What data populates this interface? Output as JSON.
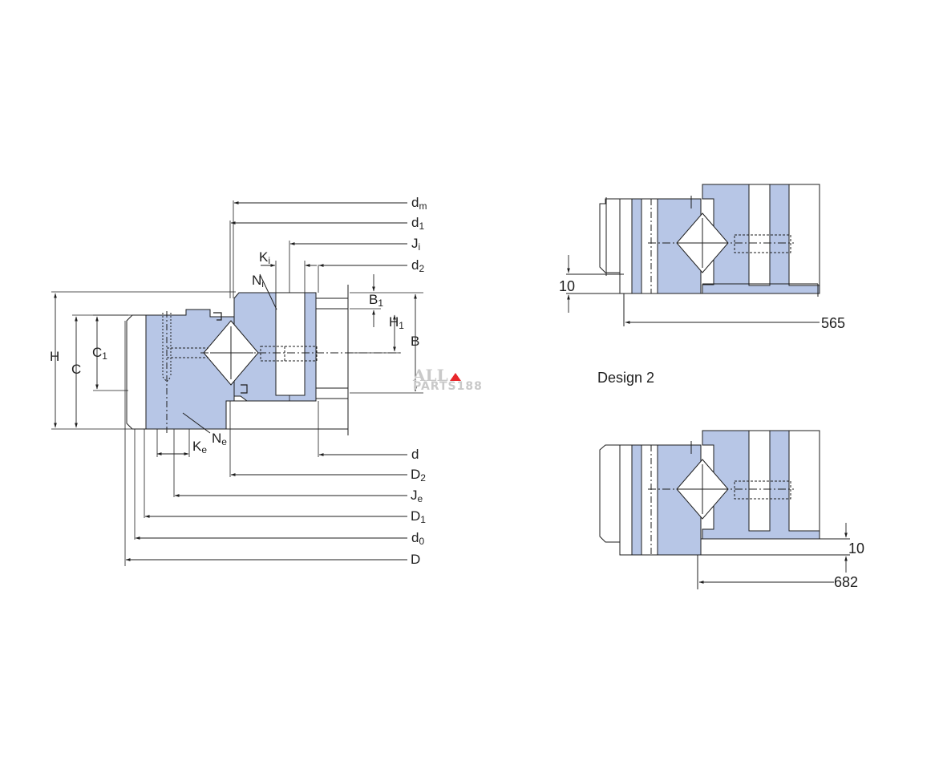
{
  "main_drawing": {
    "labels": {
      "dm": {
        "base": "d",
        "sub": "m"
      },
      "d1": {
        "base": "d",
        "sub": "1"
      },
      "Ji": {
        "base": "J",
        "sub": "i"
      },
      "Ki": {
        "base": "K",
        "sub": "i"
      },
      "d2": {
        "base": "d",
        "sub": "2"
      },
      "Ni": {
        "base": "N",
        "sub": "i"
      },
      "B1": {
        "base": "B",
        "sub": "1"
      },
      "H1": {
        "base": "H",
        "sub": "1"
      },
      "B": {
        "base": "B",
        "sub": ""
      },
      "H": {
        "base": "H",
        "sub": ""
      },
      "C": {
        "base": "C",
        "sub": ""
      },
      "C1": {
        "base": "C",
        "sub": "1"
      },
      "Ne": {
        "base": "N",
        "sub": "e"
      },
      "Ke": {
        "base": "K",
        "sub": "e"
      },
      "d": {
        "base": "d",
        "sub": ""
      },
      "D2": {
        "base": "D",
        "sub": "2"
      },
      "Je": {
        "base": "J",
        "sub": "e"
      },
      "D1": {
        "base": "D",
        "sub": "1"
      },
      "d0": {
        "base": "d",
        "sub": "0"
      },
      "D": {
        "base": "D",
        "sub": ""
      }
    }
  },
  "design_2": {
    "title": "Design 2",
    "top_view": {
      "height_dim": "10",
      "diameter_dim": "565"
    },
    "bottom_view": {
      "height_dim": "10",
      "diameter_dim": "682"
    }
  },
  "watermark": {
    "line1": "ALL",
    "line2": "PARTS188"
  },
  "colors": {
    "ring_fill": "#b7c6e6",
    "line": "#1e1e1e",
    "watermark": "#c9c9c9",
    "flag": "#e8262b"
  }
}
